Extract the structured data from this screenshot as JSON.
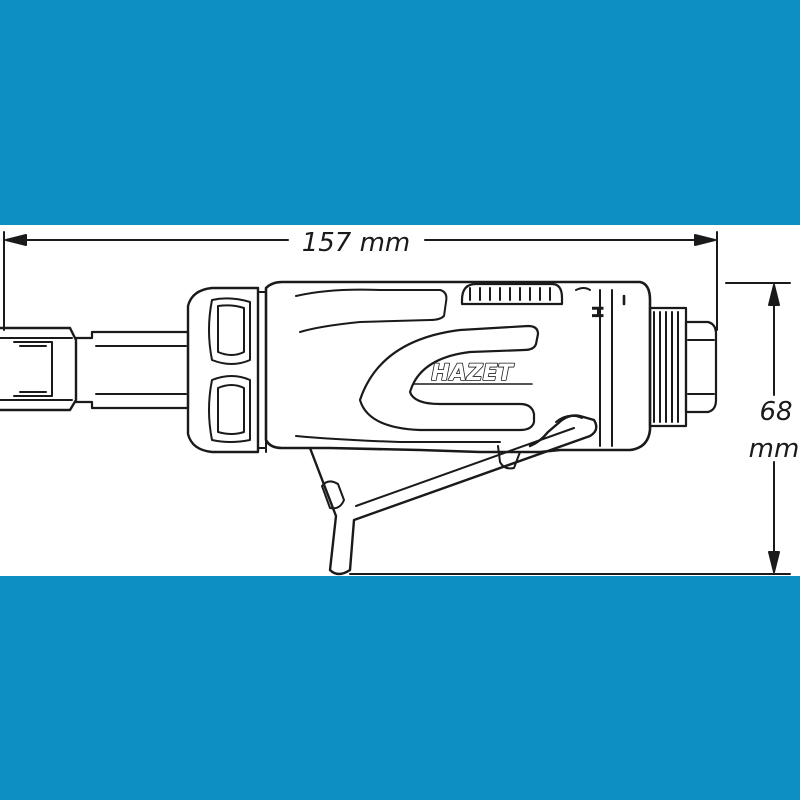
{
  "drawing": {
    "length_label": "157 mm",
    "height_value": "68",
    "height_unit": "mm",
    "brand": "HAZET",
    "housing_letter": "H",
    "colors": {
      "background": "#0d8fc4",
      "panel": "#ffffff",
      "line": "#1a1a1a"
    }
  }
}
